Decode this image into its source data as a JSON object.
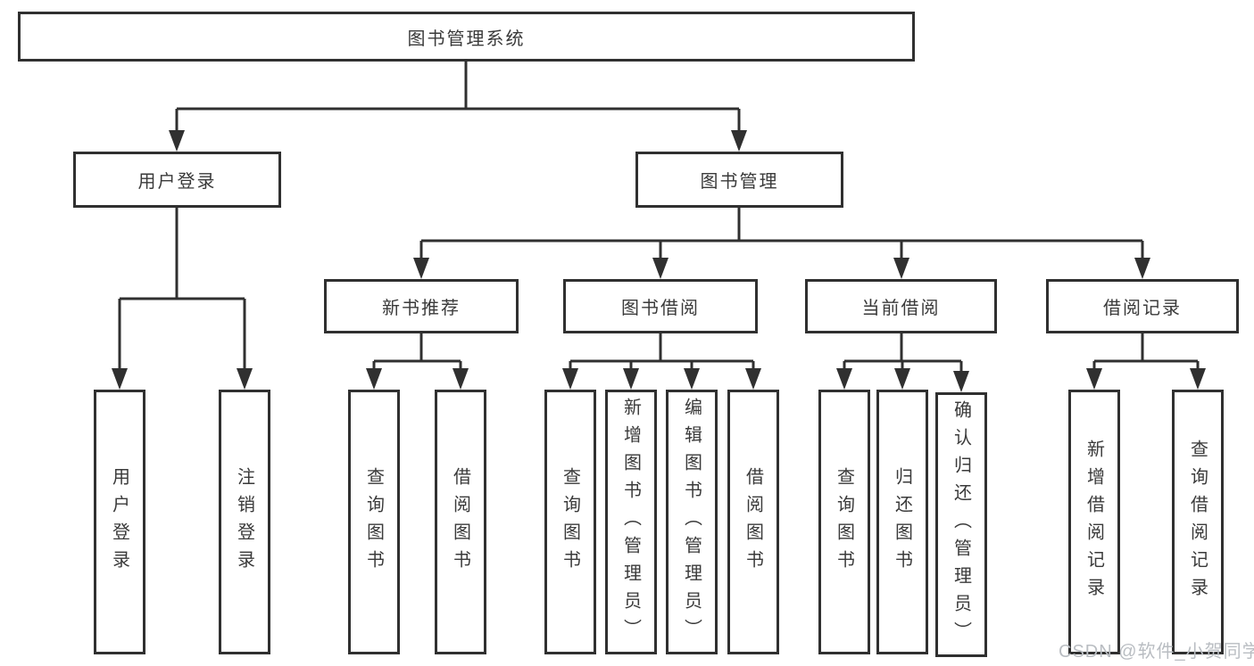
{
  "diagram": {
    "root": "图书管理系统",
    "level2": {
      "user_login": "用户登录",
      "book_management": "图书管理"
    },
    "level3": {
      "new_book_recommend": "新书推荐",
      "book_borrow": "图书借阅",
      "current_borrow": "当前借阅",
      "borrow_records": "借阅记录"
    },
    "leaves": {
      "user_login": [
        "用户登录",
        "注销登录"
      ],
      "new_book_recommend": [
        "查询图书",
        "借阅图书"
      ],
      "book_borrow": [
        "查询图书",
        "新增图书（管理员）",
        "编辑图书（管理员）",
        "借阅图书"
      ],
      "current_borrow": [
        "查询图书",
        "归还图书",
        "确认归还（管理员）"
      ],
      "borrow_records": [
        "新增借阅记录",
        "查询借阅记录"
      ]
    }
  },
  "watermark": "CSDN @软件_小贺同学",
  "colors": {
    "line": "#303030",
    "text": "#3a3a3a",
    "watermark": "#b9bdc2",
    "background": "#ffffff"
  }
}
